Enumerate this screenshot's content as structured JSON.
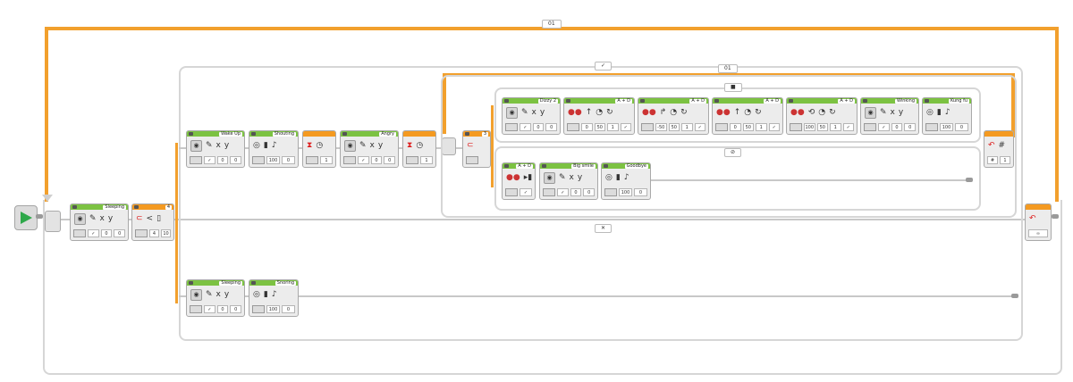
{
  "start_block": {
    "icon": "play-icon"
  },
  "outer_loop": {
    "count_label": "01",
    "mode_icon": "infinity-icon",
    "mode_text": "∞"
  },
  "switch": {
    "tag_top": "✓",
    "tag_bottom": "✕",
    "inner_loop_label": "01"
  },
  "main_row": {
    "sleeping": {
      "name": "Sleeping",
      "x": "0",
      "y": "0",
      "icon_x": "x",
      "icon_y": "y"
    },
    "sensor": {
      "name": "4",
      "compare": "<",
      "value": "10",
      "op": "4"
    }
  },
  "top_branch": {
    "wake": {
      "name": "Wake Up",
      "x": "0",
      "y": "0"
    },
    "shouting": {
      "name": "Shouting",
      "vol": "100",
      "mode": "0"
    },
    "wait1": {
      "time": "1"
    },
    "angry": {
      "name": "Angry",
      "x": "0",
      "y": "0"
    },
    "wait2": {
      "time": "1"
    },
    "sensor2": {
      "name": "3"
    }
  },
  "inner_switch": {
    "tag_true": "■",
    "tag_false": "⊘",
    "blocks": [
      {
        "name": "Dizzy 2",
        "kind": "display",
        "vals": [
          "0",
          "0"
        ]
      },
      {
        "name": "A + D",
        "kind": "motor",
        "vals": [
          "0",
          "50",
          "1",
          "✓"
        ]
      },
      {
        "name": "A + D",
        "kind": "motor",
        "vals": [
          "-50",
          "50",
          "1",
          "✓"
        ]
      },
      {
        "name": "A + D",
        "kind": "motor",
        "vals": [
          "0",
          "50",
          "1",
          "✓"
        ]
      },
      {
        "name": "A + D",
        "kind": "motor",
        "vals": [
          "100",
          "50",
          "1",
          "✓"
        ]
      },
      {
        "name": "Winking",
        "kind": "display",
        "vals": [
          "0",
          "0"
        ]
      },
      {
        "name": "Kung fu",
        "kind": "sound",
        "vals": [
          "100",
          "0"
        ]
      }
    ],
    "bottom_blocks": [
      {
        "name": "A + D",
        "kind": "motor"
      },
      {
        "name": "Big smile",
        "kind": "display",
        "vals": [
          "0",
          "0"
        ]
      },
      {
        "name": "Goodbye",
        "kind": "sound",
        "vals": [
          "100",
          "0"
        ]
      }
    ],
    "loop_interrupt": {
      "hash": "#",
      "value": "1"
    }
  },
  "bottom_branch": {
    "sleeping": {
      "name": "Sleeping",
      "x": "0",
      "y": "0"
    },
    "snoring": {
      "name": "Snoring",
      "vol": "100",
      "mode": "0"
    }
  },
  "labels": {
    "x": "x",
    "y": "y"
  }
}
